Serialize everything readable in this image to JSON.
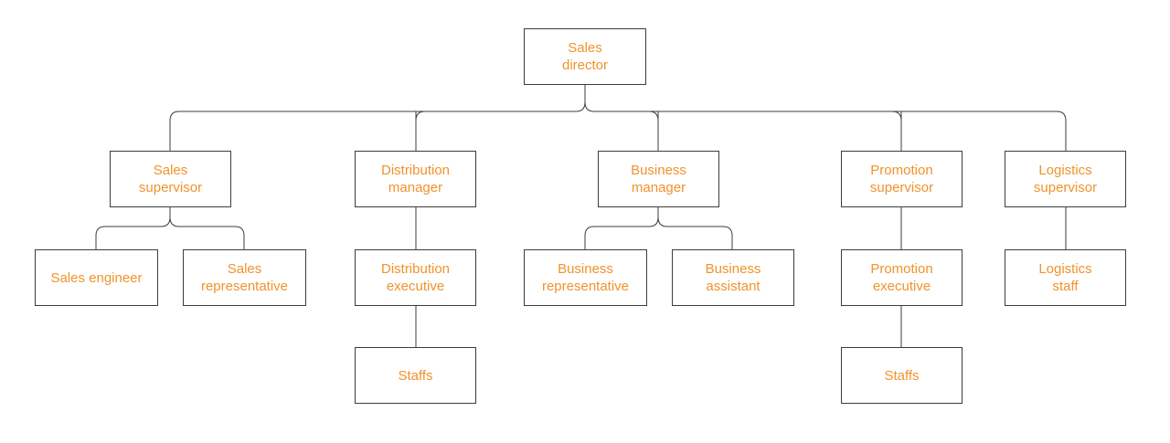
{
  "theme": {
    "text_color": "#f0932b",
    "line_color": "#3c3c3c",
    "box_fill": "#ffffff"
  },
  "nodes": {
    "sales_director": "Sales\ndirector",
    "sales_supervisor": "Sales\nsupervisor",
    "distribution_manager": "Distribution\nmanager",
    "business_manager": "Business\nmanager",
    "promotion_supervisor": "Promotion\nsupervisor",
    "logistics_supervisor": "Logistics\nsupervisor",
    "sales_engineer": "Sales engineer",
    "sales_representative": "Sales\nrepresentative",
    "distribution_executive": "Distribution\nexecutive",
    "business_representative": "Business\nrepresentative",
    "business_assistant": "Business\nassistant",
    "promotion_executive": "Promotion\nexecutive",
    "logistics_staff": "Logistics\nstaff",
    "distribution_staffs": "Staffs",
    "promotion_staffs": "Staffs"
  }
}
